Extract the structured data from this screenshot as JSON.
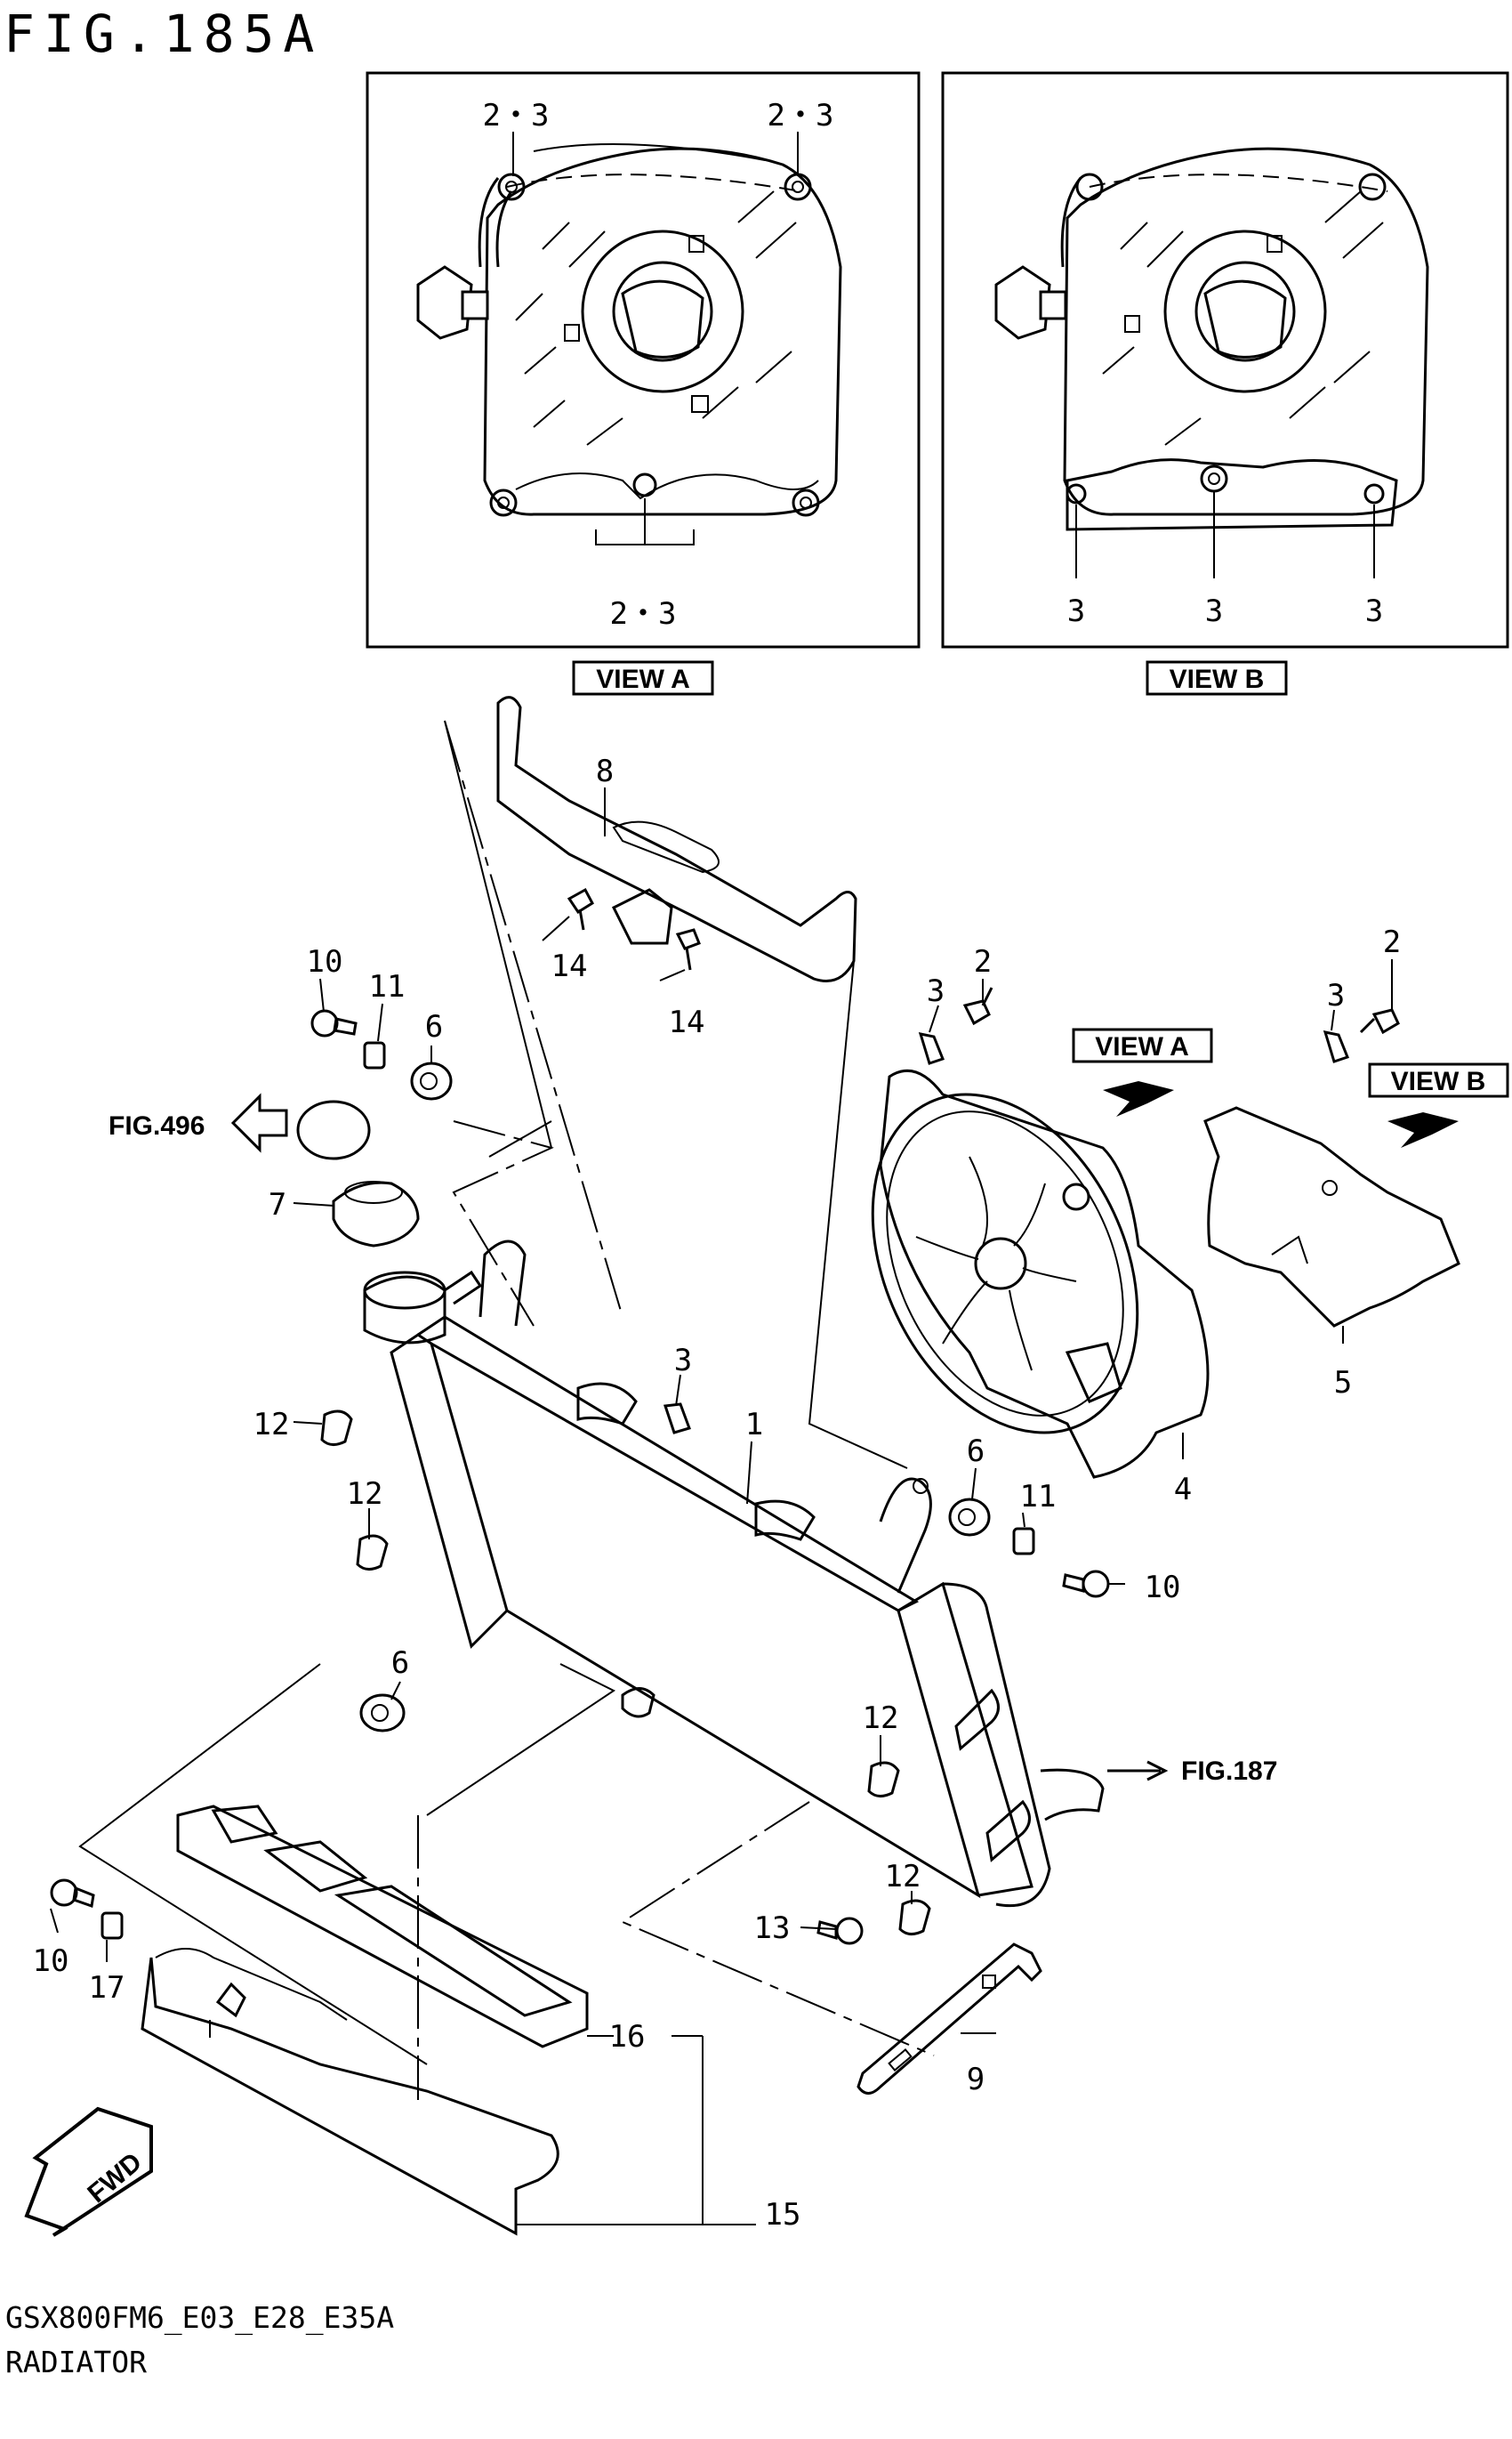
{
  "figure_title": "FIG.185A",
  "footer": {
    "model_code": "GSX800FM6_E03_E28_E35A",
    "name": "RADIATOR"
  },
  "views": {
    "view_a": {
      "label": "VIEW A",
      "callouts": [
        "2・3",
        "2・3",
        "2・3"
      ]
    },
    "view_b": {
      "label": "VIEW B",
      "callouts": [
        "3",
        "3",
        "3"
      ]
    }
  },
  "refs": {
    "fig496": "FIG.496",
    "fig187": "FIG.187",
    "fwd": "FWD"
  },
  "parts": {
    "p1": "1",
    "p2a": "2",
    "p2b": "2",
    "p3a": "3",
    "p3b": "3",
    "p3c": "3",
    "p4": "4",
    "p5": "5",
    "p6a": "6",
    "p6b": "6",
    "p6c": "6",
    "p7": "7",
    "p8": "8",
    "p9": "9",
    "p10a": "10",
    "p10b": "10",
    "p10c": "10",
    "p11a": "11",
    "p11b": "11",
    "p12a": "12",
    "p12b": "12",
    "p12c": "12",
    "p12d": "12",
    "p13": "13",
    "p14a": "14",
    "p14b": "14",
    "p15": "15",
    "p16": "16",
    "p17": "17"
  }
}
